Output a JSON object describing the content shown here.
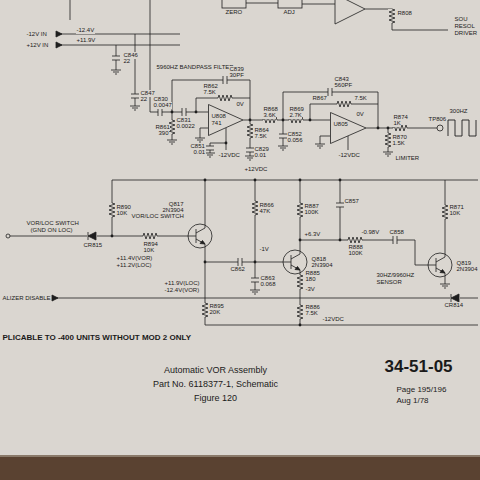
{
  "diagram": {
    "nodes": [
      {
        "text": [
          "U808",
          "741"
        ]
      },
      {
        "text": [
          "U805"
        ]
      },
      {
        "text": [
          "Q817",
          "2N3904",
          "VOR/LOC SWITCH"
        ]
      },
      {
        "text": [
          "Q818",
          "2N3904"
        ]
      },
      {
        "text": [
          "Q819",
          "2N3904"
        ]
      }
    ],
    "labels": [
      "ZERO",
      "ADJ",
      "R808",
      "SOU",
      "RESOL",
      "DRIVER",
      "-12V IN",
      "-12.4V",
      "+12V IN",
      "+11.9V",
      "C846",
      "22",
      "C847",
      "22",
      "5960HZ BANDPASS FILTER",
      "C830",
      "0.0047",
      "R862",
      "7.5K",
      "C839",
      "30PF",
      "C831",
      "0.0022",
      "R861",
      "390",
      "0V",
      "C851",
      "0.01",
      "-12VDC",
      "R864",
      "7.5K",
      "C829",
      "0.01",
      "R868",
      "3.6K",
      "R869",
      "2.7K",
      "C843",
      "560PF",
      "R867",
      "7.5K",
      "C852",
      "0.056",
      "0V",
      "-12VDC",
      "R874",
      "1K",
      "R870",
      "1.5K",
      "LIMITER",
      "TP806",
      "300HZ",
      "+12VDC",
      "VOR/LOC SWITCH",
      "(GND ON LOC)",
      "CR815",
      "R890",
      "10K",
      "R894",
      "10K",
      "+11.4V(VOR)",
      "+11.2V(LOC)",
      "+11.9V(LOC)",
      "-12.4V(VOR)",
      "R895",
      "20K",
      "R866",
      "47K",
      "-1V",
      "C862",
      "C863",
      "0.068",
      "R887",
      "100K",
      "+6.3V",
      "C857",
      "R888",
      "100K",
      "R885",
      "180",
      "-3V",
      "R886",
      "7.5K",
      "-12VDC",
      "-0.98V",
      "C858",
      "R871",
      "10K",
      "30HZ/9960HZ",
      "SENSOR",
      "ALIZER DISABLE",
      "CR814",
      "PLICABLE TO -400 UNITS WITHOUT MOD 2 ONLY",
      "Automatic VOR Assembly",
      "Part No. 6118377-1, Schematic",
      "Figure 120",
      "34-51-05",
      "Page 195/196",
      "Aug 1/78"
    ]
  }
}
